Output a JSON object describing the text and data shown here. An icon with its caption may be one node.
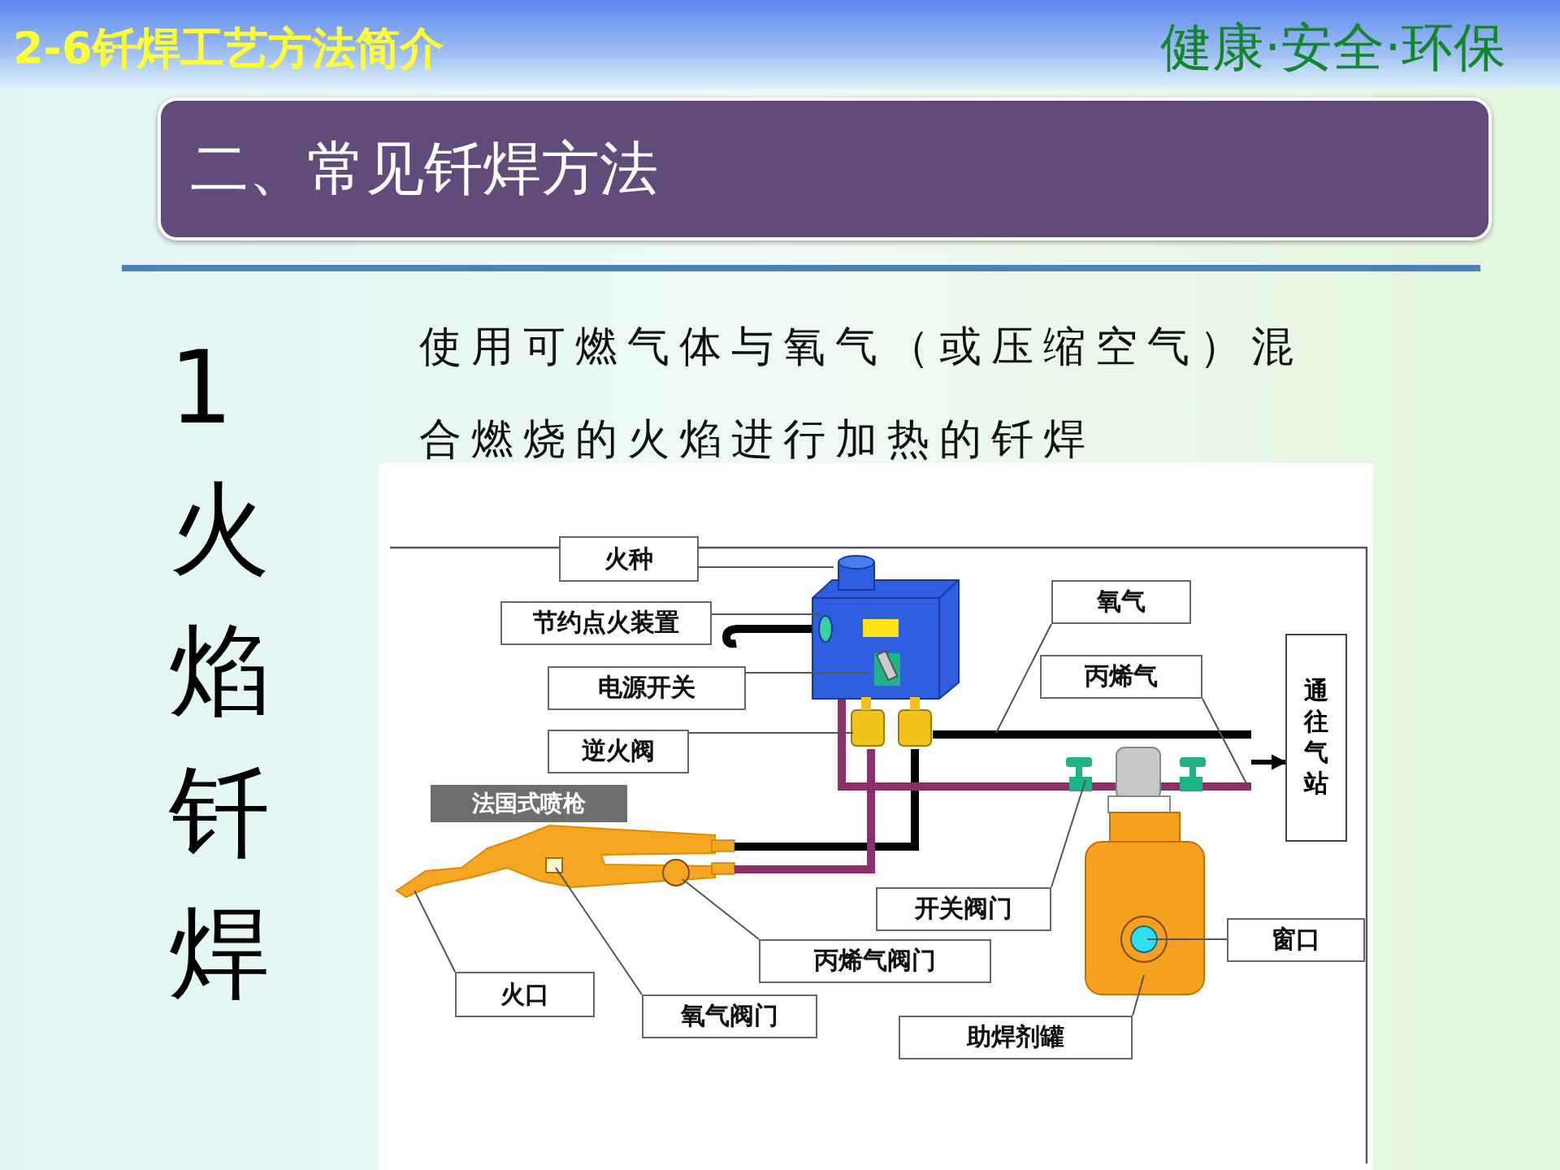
{
  "diagram": {
    "title": "2-6钎焊工艺方法简介",
    "nodes": [
      {
        "text": [
          "火种"
        ]
      },
      {
        "text": [
          "节约点火装置"
        ]
      },
      {
        "text": [
          "氧气"
        ]
      },
      {
        "text": [
          "电源开关"
        ]
      },
      {
        "text": [
          "丙烯气"
        ]
      },
      {
        "text": [
          "逆火阀"
        ]
      },
      {
        "text": [
          "通往气站"
        ]
      },
      {
        "text": [
          "法国式喷枪"
        ]
      },
      {
        "text": [
          "开关阀门"
        ]
      },
      {
        "text": [
          "窗口"
        ]
      },
      {
        "text": [
          "丙烯气阀门"
        ]
      },
      {
        "text": [
          "火口"
        ]
      },
      {
        "text": [
          "氧气阀门"
        ]
      },
      {
        "text": [
          "助焊剂罐"
        ]
      },
      {
        "text": [],
        "shape": "picture"
      }
    ],
    "edges": [
      {
        "from": 0,
        "to": null,
        "arrow": "none"
      },
      {
        "from": 1,
        "to": null,
        "arrow": "none"
      },
      {
        "from": 2,
        "to": null,
        "arrow": "none"
      },
      {
        "from": 3,
        "to": null,
        "arrow": "none"
      },
      {
        "from": 4,
        "to": null,
        "arrow": "none"
      },
      {
        "from": 5,
        "to": null,
        "arrow": "none"
      },
      {
        "from": null,
        "to": 6,
        "arrow": "to",
        "style": "thick"
      },
      {
        "from": 8,
        "to": null,
        "arrow": "none"
      },
      {
        "from": 9,
        "to": null,
        "arrow": "none"
      },
      {
        "from": 10,
        "to": 14,
        "arrow": "none"
      },
      {
        "from": 11,
        "to": 14,
        "arrow": "none"
      },
      {
        "from": 12,
        "to": 14,
        "arrow": "none"
      },
      {
        "from": 13,
        "to": null,
        "arrow": "none"
      }
    ],
    "labels": [
      "健康·安全·环保",
      "二、常见钎焊方法",
      "1火焰钎焊",
      "使用可燃气体与氧气（或压缩空气）混合燃烧的火焰进行加热的钎焊"
    ]
  }
}
